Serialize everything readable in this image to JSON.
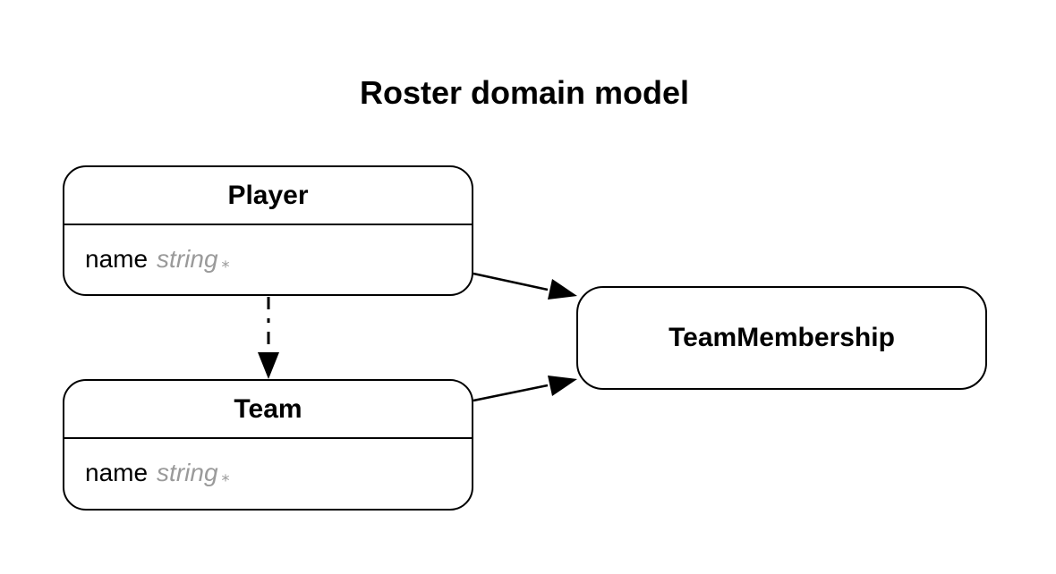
{
  "title": "Roster domain model",
  "entities": {
    "player": {
      "name": "Player",
      "fields": [
        {
          "name": "name",
          "type": "string",
          "required_marker": "⁎"
        }
      ]
    },
    "team": {
      "name": "Team",
      "fields": [
        {
          "name": "name",
          "type": "string",
          "required_marker": "⁎"
        }
      ]
    },
    "team_membership": {
      "name": "TeamMembership",
      "fields": []
    }
  },
  "relationships": [
    {
      "from": "Player",
      "to": "TeamMembership",
      "style": "solid"
    },
    {
      "from": "Team",
      "to": "TeamMembership",
      "style": "solid"
    },
    {
      "from": "Player",
      "to": "Team",
      "style": "dashed"
    }
  ],
  "colors": {
    "stroke": "#000000",
    "field_type": "#9a9a9a",
    "background": "#ffffff"
  }
}
